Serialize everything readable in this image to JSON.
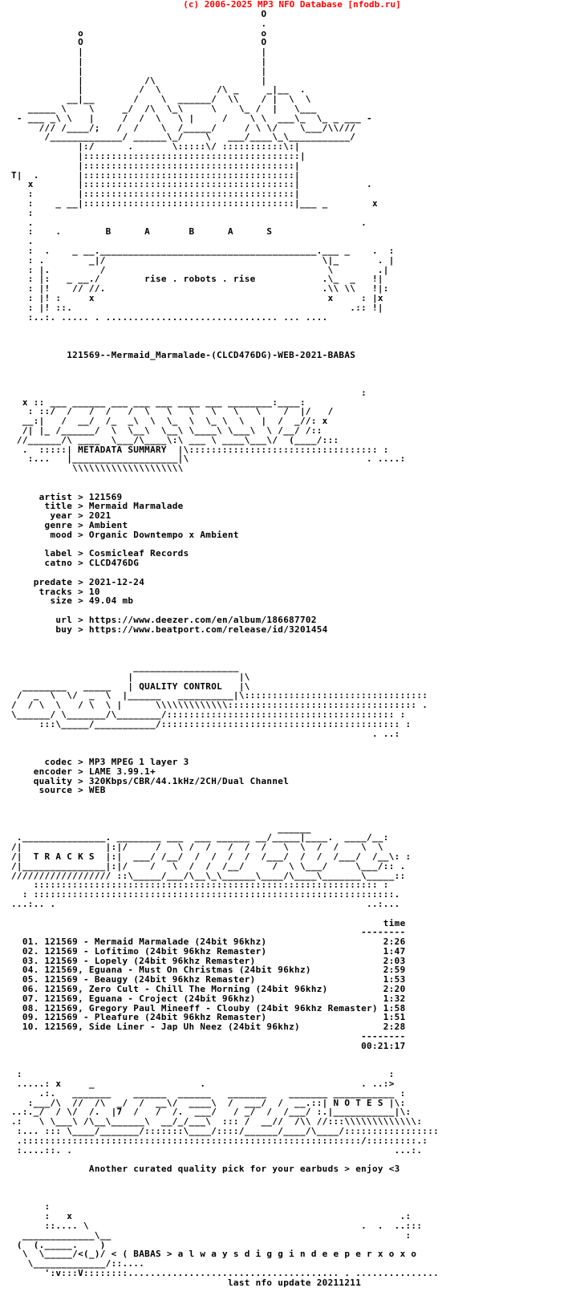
{
  "banner": {
    "text": "(c) 2006-2025 MP3 NFO Database [nfodb.ru]",
    "color": "#ff0000"
  },
  "nfo": {
    "text_color": "#000000",
    "lines": [
      "                                             O",
      "                                             .",
      "            o                                o",
      "            O                                O",
      "            |                                |",
      "            |                                |",
      "            |                                |",
      "            |           /\\                   |",
      "            |          /  \\          /\\ _     _|__  .",
      "          __|__       /    \\  ______/  \\\\    / |  \\  \\",
      "   _____ \\    \\     _/  /\\  \\_\\     \\    \\_ /  |   \\___",
      " - ___ _\\ \\   |     /  /  \\   \\ |     /    \\ \\  ___\\_  \\_ _ ___ -",
      "     /// /____/;   /  /    \\  /_____/     / \\ \\/    \\___/\\\\///",
      "      /_____________/ ______\\_/    \\   ___/____\\_\\___________/",
      "            |:/      .       \\:::::\\/ :::::::::::\\:|",
      "            |:::::::::::::::::::::::::::::::::::::::|",
      "            |::::::::::::::::::::::::::::::::::::::|",
      "T|  .       |::::::::::::::::::::::::::::::::::::::|",
      "   x        |::::::::::::::::::::::::::::::::::::::|            .",
      "   :        |::::::::::::::::::::::::::::::::::::::|",
      "   :    _ __|::::::::::::::::::::::::::::::::::::::|___ _        x",
      "   :",
      "   .                                                           .",
      "   :    .        B      A       B      A      S",
      "   .",
      "   :  .    _ __._______________________________________.___ _    .  :",
      "   : .        _|/                                       \\|_       . |",
      "   : |.         /                                        \\        .|",
      "   : |:   _ __./        rise . robots . rise            .\\_  _   !|",
      "   : |!    // //.                                       .\\\\ \\\\   !|:",
      "   : |! :     x                                          x     : |x",
      "   : |! ::.                                                  .:: !|",
      "   :..:. ..... . ............................... ... ....",
      "",
      "",
      "",
      "          121569--Mermaid_Marmalade-(CLCD476DG)-WEB-2021-BABAS",
      "",
      "",
      "",
      "                                                               :",
      "  x :: ___ ______ ___ ___ ___ ____ ___ ________:____:",
      "   : ::/  /   /  /   /  \\   \\   \\   \\   \\   \\    /  |/   /",
      "  __:|   /  __/  /_  _\\  \\  \\_  \\  \\_ \\  \\   |  /  _//: x",
      "  /| |_ /______/  \\  \\__\\  \\__\\ \\____\\ \\___\\  \\ /__/ /::",
      " //______/\\ ____  \\___/\\____\\:\\ ___ \\ ____\\___\\/  (____/:::",
      "  .  :::::| METADATA SUMMARY  |\\:::::::::::::::::::::::::::::::::: :",
      "   :...   |___________________|\\                                . ....:",
      "           \\\\\\\\\\\\\\\\\\\\\\\\\\\\\\\\\\\\\\\\",
      "",
      "",
      "     artist > 121569",
      "      title > Mermaid Marmalade",
      "       year > 2021",
      "      genre > Ambient",
      "       mood > Organic Downtempo x Ambient",
      "",
      "      label > Cosmicleaf Records",
      "      catno > CLCD476DG",
      "",
      "    predate > 2021-12-24",
      "     tracks > 10",
      "       size > 49.04 mb",
      "",
      "        url > https://www.deezer.com/en/album/186687702",
      "        buy > https://www.beatport.com/release/id/3201454",
      "",
      "",
      "",
      "                      ___________________",
      "                     |                   |\\",
      "  ________   _____   | QUALITY CONTROL   |\\",
      " /  _  \\  \\/  _  \\  |______   __________|\\:::::::::::::::::::::::::::::::::",
      "/  / \\  \\   / \\  \\ |      \\\\\\\\\\\\\\\\\\\\\\\\\\:::::::::::::::::::::::::::::::::: .",
      "\\______/ \\_______/\\________/::::::::::::::::::::::::::::::::::::::::: :",
      "     :::\\_____/___________/::::::::::::::::::::::::::::::::::::::::::: :",
      "                                                                 . ..:",
      "",
      "",
      "      codec > MP3 MPEG 1 layer 3",
      "    encoder > LAME 3.99.1+",
      "    quality > 320Kbps/CBR/44.1kHz/2CH/Dual Channel",
      "     source > WEB",
      "",
      "",
      "",
      "                                                ______",
      " ._______________. ________ ___  ___ ______ __/_____|____.  ____/__:",
      "/|               |:|/     /   \\ /  /   /  /  /   \\  \\  /  /    \\  \\",
      "/|  T R A C K S  |:|  ___/ /__/  /  /  /  /  /___/  /  /  /___/  /__\\: :",
      "/|_______________|:|/    /   \\  /  /  /__/     /  \\ \\___/     \\___/:: .",
      "////////////////// ::\\_____/___/\\__\\_\\______\\____/\\____\\_______\\_____::",
      "    :::::::::::::::::::::::::::::::::::::::::::::::::::::::::::::: :",
      "  : :::::::::::::::::::::::::::::::::::::::::::::::::::::::::::::::::.",
      "...:.. .                                                        ..:...",
      "",
      "                                                                   time",
      "                                                               --------",
      "  01. 121569 - Mermaid Marmalade (24bit 96khz)                     2:26",
      "  02. 121569 - Lofitimo (24bit 96khz Remaster)                     1:47",
      "  03. 121569 - Lopely (24bit 96khz Remaster)                       2:03",
      "  04. 121569, Eguana - Must On Christmas (24bit 96khz)             2:59",
      "  05. 121569 - Beaugy (24bit 96khz Remaster)                       1:53",
      "  06. 121569, Zero Cult - Chill The Morning (24bit 96khz)          2:20",
      "  07. 121569, Eguana - Croject (24bit 96khz)                       1:32",
      "  08. 121569, Gregory Paul Mineeff - Clouby (24bit 96khz Remaster) 1:58",
      "  09. 121569 - Pleafure (24bit 96khz Remaster)                     1:51",
      "  10. 121569, Side Liner - Jap Uh Neez (24bit 96khz)               2:28",
      "                                                               --------",
      "                                                               00:21:17",
      "",
      "",
      " :                                                                  :",
      " .....: x     _                   .                            . ..:>",
      "     .:.   _______    ______  ______   _______    _______ ___________ :",
      "   :___/\\  //  /\\  _/  /  __\\/  ____\\  /  ___/  /  __.::| N O T E S |\\:",
      "..:._/  / \\/  /.  |7  /   /  /.  ___/   / _/  /  /___/ :.|___________|\\:",
      ".:   \\ \\___\\ /\\__\\______\\  __/_/___\\  ::: /  __//  /\\\\ //:::\\\\\\\\\\\\\\\\\\\\\\\\\\:",
      " :... ::: \\____/_______/:::::::\\____/::::/______/____/\\____/:::::::::::::::::",
      " .:::::::::::::::::::::::::::::::::::::::::::::::::::::::::::::/:::::::::.:",
      " :....::. .                                                          ...:.",
      "",
      "              Another curated quality pick for your earbuds > enjoy <3",
      "",
      "",
      "",
      "      :",
      "      :   x                                                           .:",
      "      ::.... \\                                                 .  .  ..:::",
      "  _____________\\__                                                     :",
      " (  (._____.    )",
      "  \\  \\_____/<(_)/ < ( BABAS > a l w a y s d i g g i n d e e p e r x o x o",
      "   \\_____________/::.... ",
      "      ':v:::V::::::::...................................... . ...............",
      "                                       last nfo update 20211211"
    ]
  }
}
